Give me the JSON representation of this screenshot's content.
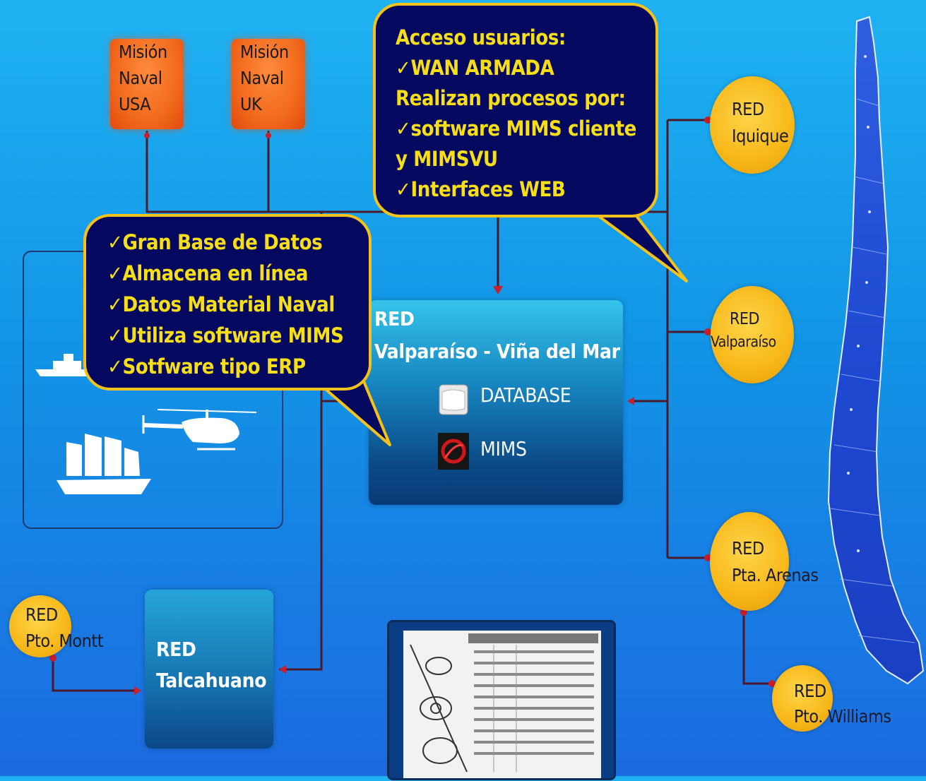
{
  "missions": [
    {
      "lines": [
        "Misión",
        "Naval",
        "USA"
      ]
    },
    {
      "lines": [
        "Misión",
        "Naval",
        "UK"
      ]
    }
  ],
  "access_bubble": {
    "lines": [
      "Acceso usuarios:",
      "✓WAN ARMADA",
      "Realizan procesos por:",
      "✓software MIMS cliente",
      "y MIMSVU",
      "✓Interfaces WEB"
    ]
  },
  "database_bubble": {
    "lines": [
      "✓Gran Base de Datos",
      "✓Almacena en línea",
      "✓Datos Material Naval",
      "✓Utiliza software MIMS",
      "✓Sotfware tipo ERP"
    ]
  },
  "central": {
    "title": "RED",
    "subtitle": "Valparaíso - Viña del Mar",
    "items": [
      {
        "label": "DATABASE",
        "icon": "database-icon"
      },
      {
        "label": "MIMS",
        "icon": "mims-logo-icon"
      }
    ]
  },
  "talcahuano": {
    "line1": "RED",
    "line2": "Talcahuano"
  },
  "nodes": {
    "iquique": [
      "RED",
      "Iquique"
    ],
    "valparaiso": [
      "RED",
      "Valparaíso"
    ],
    "punta_arenas": [
      "RED",
      "Pta. Arenas"
    ],
    "puerto_montt": [
      "RED",
      "Pto. Montt"
    ],
    "puerto_williams": [
      "RED",
      "Pto. Williams"
    ]
  },
  "colors": {
    "bubble_bg": "#04085e",
    "bubble_border": "#f5c21a",
    "bubble_text": "#f7de15",
    "node": "#f7b718",
    "mission": "#f26a1d",
    "line": "#4a1a2a"
  }
}
